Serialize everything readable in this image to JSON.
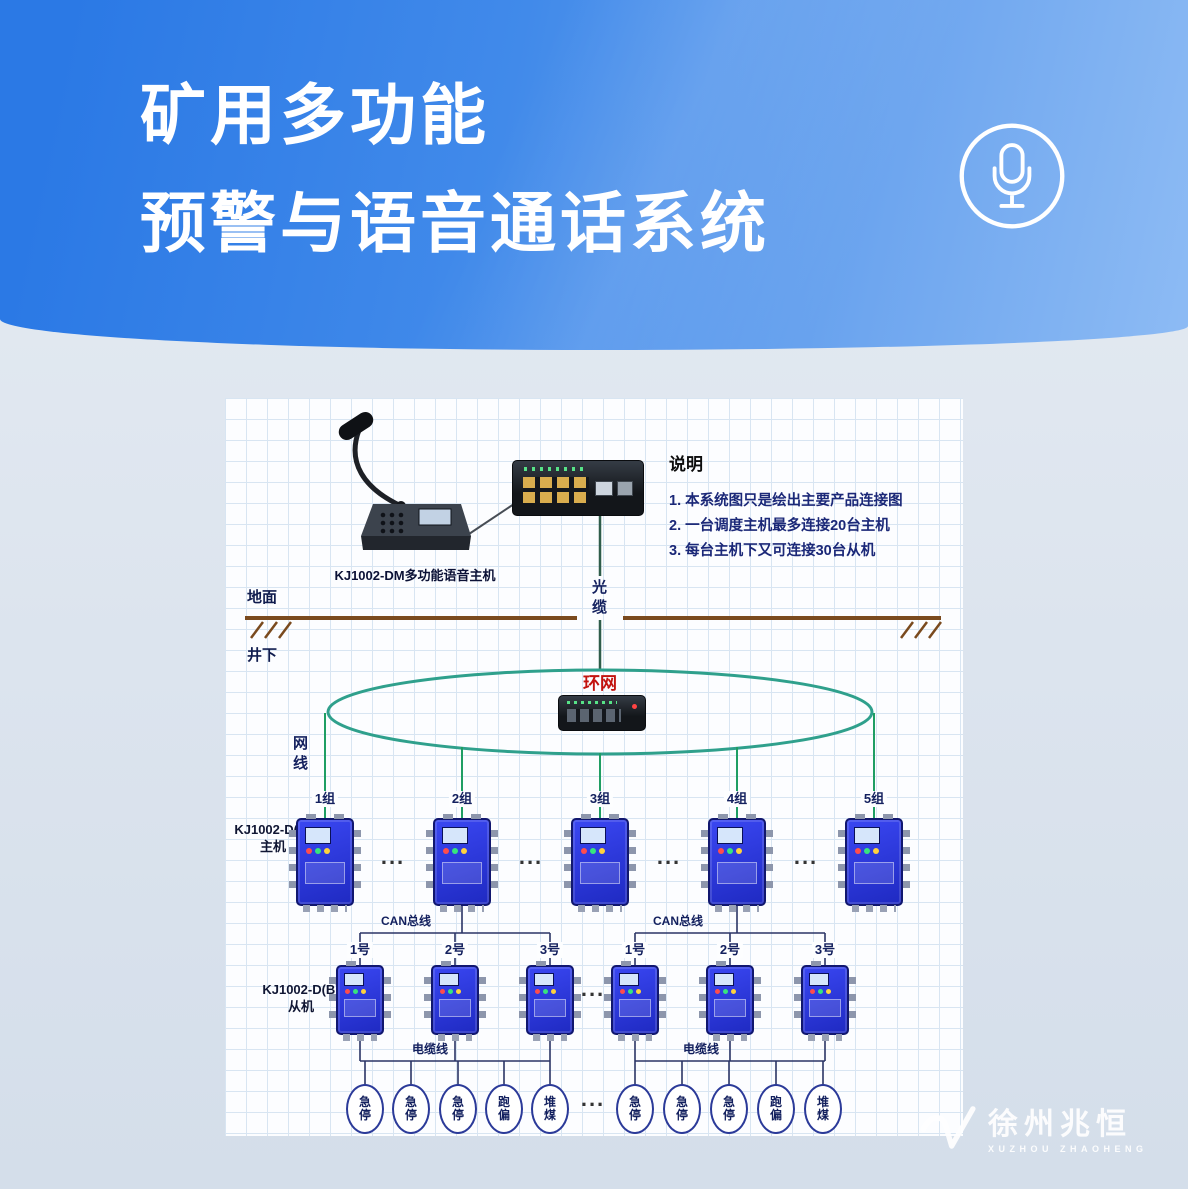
{
  "header": {
    "title_line1": "矿用多功能",
    "title_line2": "预警与语音通话系统"
  },
  "notes": {
    "title": "说明",
    "item1": "1. 本系统图只是绘出主要产品连接图",
    "item2": "2. 一台调度主机最多连接20台主机",
    "item3": "3. 每台主机下又可连接30台从机"
  },
  "labels": {
    "mic_device": "KJ1002-DM多功能语音主机",
    "fiber": "光缆",
    "surface": "地面",
    "underground": "井下",
    "ring": "环网",
    "net_cable": "网线",
    "host_model": "KJ1002-D(A)",
    "host_role": "主机",
    "slave_model": "KJ1002-D(B)",
    "slave_role": "从机",
    "can_bus_left": "CAN总线",
    "can_bus_right": "CAN总线",
    "cable_left": "电缆线",
    "cable_right": "电缆线",
    "ellipsis": "..."
  },
  "hosts": [
    {
      "group": "1组"
    },
    {
      "group": "2组"
    },
    {
      "group": "3组"
    },
    {
      "group": "4组"
    },
    {
      "group": "5组"
    }
  ],
  "slaves_left": [
    {
      "num": "1号"
    },
    {
      "num": "2号"
    },
    {
      "num": "3号"
    }
  ],
  "slaves_right": [
    {
      "num": "1号"
    },
    {
      "num": "2号"
    },
    {
      "num": "3号"
    }
  ],
  "sensors_left": [
    {
      "label": "急停"
    },
    {
      "label": "急停"
    },
    {
      "label": "急停"
    },
    {
      "label": "跑偏"
    },
    {
      "label": "堆煤"
    }
  ],
  "sensors_right": [
    {
      "label": "急停"
    },
    {
      "label": "急停"
    },
    {
      "label": "急停"
    },
    {
      "label": "跑偏"
    },
    {
      "label": "堆煤"
    }
  ],
  "watermark": {
    "name": "徐州兆恒",
    "subtitle": "XUZHOU ZHAOHENG"
  },
  "colors": {
    "accent_blue": "#2b79e5",
    "device_blue": "#2a35e0",
    "ring_teal": "#2fa08c",
    "net_green": "#1f9e63",
    "ground_brown": "#7a4a1e",
    "ring_label_red": "#c2130f"
  }
}
